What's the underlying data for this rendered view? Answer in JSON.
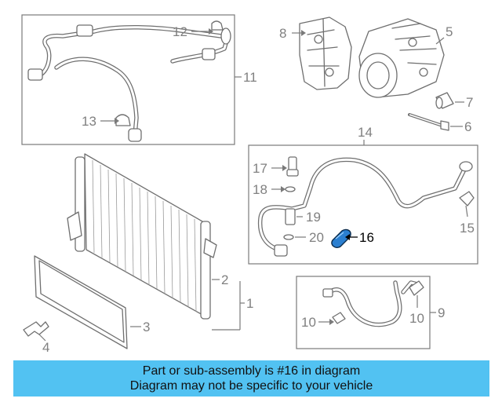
{
  "callouts": {
    "c1": "1",
    "c2": "2",
    "c3": "3",
    "c4": "4",
    "c5": "5",
    "c6": "6",
    "c7": "7",
    "c8": "8",
    "c9": "9",
    "c10a": "10",
    "c10b": "10",
    "c11": "11",
    "c12": "12",
    "c13": "13",
    "c14": "14",
    "c15": "15",
    "c16": "16",
    "c17": "17",
    "c18": "18",
    "c19": "19",
    "c20": "20"
  },
  "highlight_part": "16",
  "colors": {
    "banner": "#52c2f2",
    "highlight_part": "#2b7fd0",
    "line": "#6f6f6f",
    "label": "#808080"
  },
  "banner": {
    "line1": "Part or sub-assembly is #16 in diagram",
    "line2": "Diagram may not be specific to your vehicle"
  }
}
